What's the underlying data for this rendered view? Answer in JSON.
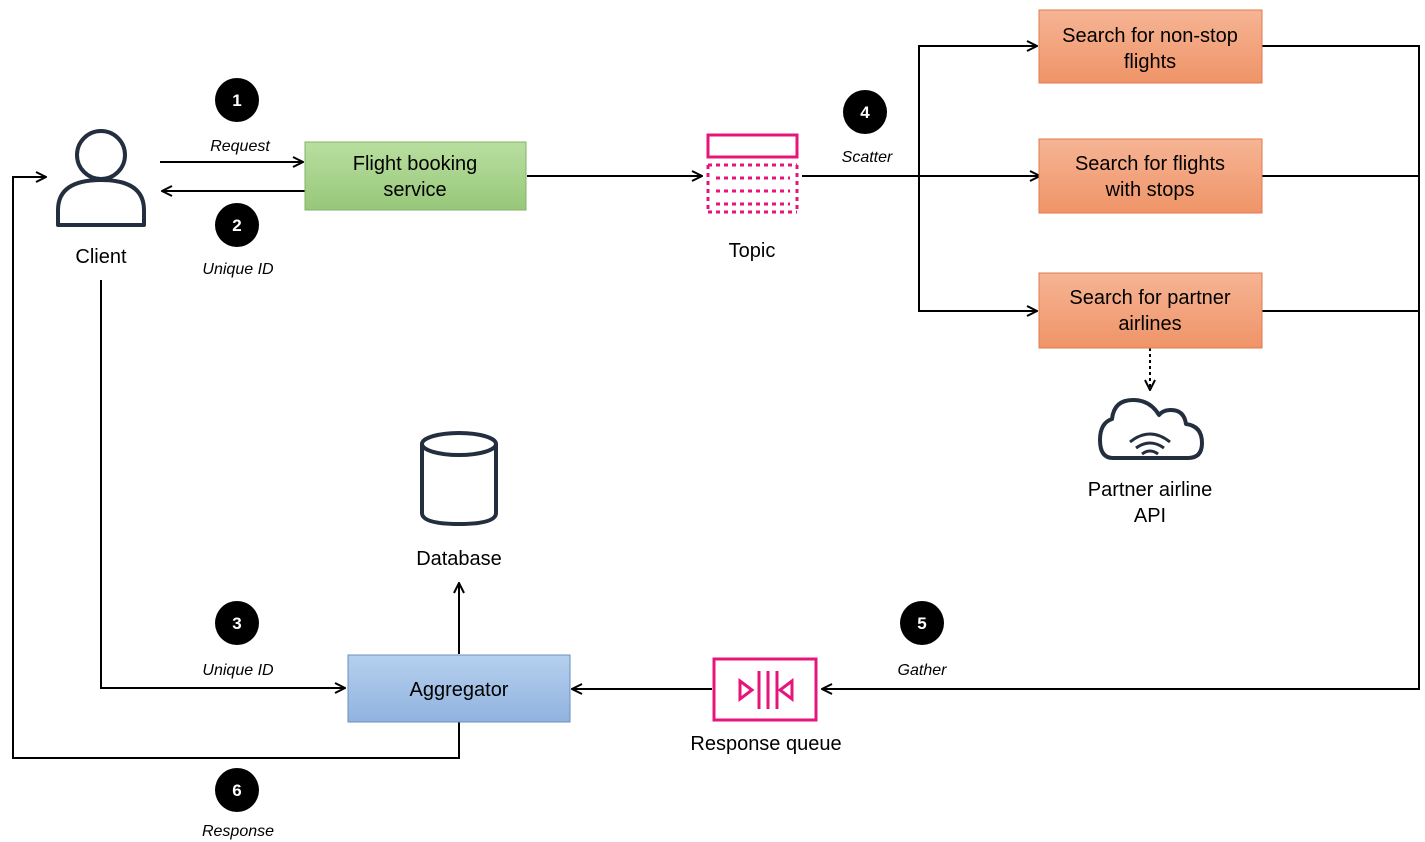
{
  "nodes": {
    "client": {
      "label": "Client"
    },
    "flight_booking": {
      "lines": [
        "Flight booking",
        "service"
      ]
    },
    "topic": {
      "label": "Topic"
    },
    "nonstop": {
      "lines": [
        "Search for non-stop",
        "flights"
      ]
    },
    "stops": {
      "lines": [
        "Search for flights",
        "with stops"
      ]
    },
    "partner": {
      "lines": [
        "Search for partner",
        "airlines"
      ]
    },
    "partner_api": {
      "lines": [
        "Partner airline",
        "API"
      ]
    },
    "database": {
      "label": "Database"
    },
    "aggregator": {
      "label": "Aggregator"
    },
    "response_queue": {
      "label": "Response queue"
    }
  },
  "edge_labels": {
    "request": "Request",
    "unique_id_top": "Unique ID",
    "scatter": "Scatter",
    "unique_id_bottom": "Unique ID",
    "gather": "Gather",
    "response": "Response"
  },
  "steps": [
    "1",
    "2",
    "3",
    "4",
    "5",
    "6"
  ],
  "colors": {
    "green_fill": "#a9d28f",
    "green_stroke": "#82b366",
    "orange_fill": "#f0a07a",
    "orange_stroke": "#e07a4f",
    "blue_fill": "#a7c4e5",
    "blue_stroke": "#6c8ebf",
    "magenta": "#e7157b",
    "icon_dark": "#232f3e"
  }
}
